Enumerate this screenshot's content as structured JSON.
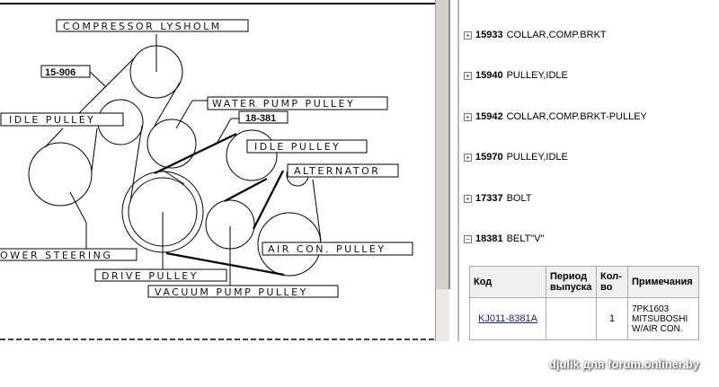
{
  "diagram": {
    "labels": {
      "compressor": "COMPRESSOR LYSHOLM",
      "ref1": "15-906",
      "water_pump": "WATER PUMP PULLEY",
      "ref2": "18-381",
      "idle_left": "IDLE PULLEY",
      "idle_right": "IDLE PULLEY",
      "alternator": "ALTERNATOR",
      "air_con": "AIR CON. PULLEY",
      "power_steering": "OWER STEERING",
      "drive": "DRIVE PULLEY",
      "vacuum": "VACUUM PUMP PULLEY"
    }
  },
  "parts": [
    {
      "num": "15933",
      "name": "COLLAR,COMP.BRKT",
      "expanded": false
    },
    {
      "num": "15940",
      "name": "PULLEY,IDLE",
      "expanded": false
    },
    {
      "num": "15942",
      "name": "COLLAR,COMP.BRKT-PULLEY",
      "expanded": false
    },
    {
      "num": "15970",
      "name": "PULLEY,IDLE",
      "expanded": false
    },
    {
      "num": "17337",
      "name": "BOLT",
      "expanded": false
    },
    {
      "num": "18381",
      "name": "BELT\"V\"",
      "expanded": true
    }
  ],
  "table": {
    "headers": {
      "code": "Код",
      "period": "Период выпуска",
      "qty": "Кол-во",
      "notes": "Примечания"
    },
    "rows": [
      {
        "code": "KJ011-8381A",
        "period": "",
        "qty": "1",
        "notes": "7PK1603 MITSUBOSHI W/AIR CON."
      }
    ]
  },
  "watermark": "djulik для forum.onliner.by"
}
